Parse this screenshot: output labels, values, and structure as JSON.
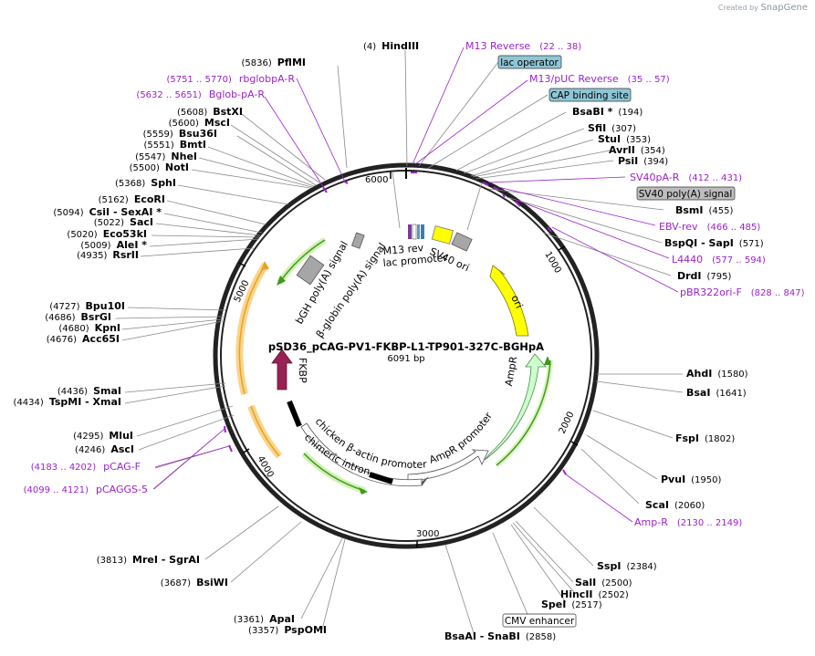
{
  "watermark": {
    "prefix": "Created by",
    "brand": "SnapGene"
  },
  "plasmid": {
    "name": "pSD36_pCAG-PV1-FKBP-L1-TP901-327C-BGHpA",
    "size_label": "6091 bp",
    "length": 6091
  },
  "scale_ticks": [
    "1000",
    "2000",
    "3000",
    "4000",
    "5000",
    "6000"
  ],
  "colors": {
    "primer": "#9a22c9",
    "ori": "#ffff00",
    "promoter": "#ffffff",
    "polyA": "#a6a6a6",
    "fkbp": "#992154",
    "ampr": "#ccffcc",
    "terminal_glow": "#fbd48a",
    "green_glow": "#d3f1b4",
    "arrow_green": "#3e9a1d",
    "arrow_orange": "#e8a325"
  },
  "sites": [
    {
      "name": "HindIII",
      "pos": "(4)"
    },
    {
      "name": "PflMI",
      "pos": "(5836)"
    },
    {
      "name": "BsaBI *",
      "pos": "(194)"
    },
    {
      "name": "SfiI",
      "pos": "(307)"
    },
    {
      "name": "StuI",
      "pos": "(353)"
    },
    {
      "name": "AvrII",
      "pos": "(354)"
    },
    {
      "name": "PsiI",
      "pos": "(394)"
    },
    {
      "name": "BsmI",
      "pos": "(455)"
    },
    {
      "name": "BspQI",
      "name2": "SapI",
      "pos": "(571)"
    },
    {
      "name": "DrdI",
      "pos": "(795)"
    },
    {
      "name": "AhdI",
      "pos": "(1580)"
    },
    {
      "name": "BsaI",
      "pos": "(1641)"
    },
    {
      "name": "FspI",
      "pos": "(1802)"
    },
    {
      "name": "PvuI",
      "pos": "(1950)"
    },
    {
      "name": "ScaI",
      "pos": "(2060)"
    },
    {
      "name": "SspI",
      "pos": "(2384)"
    },
    {
      "name": "SalI",
      "pos": "(2500)"
    },
    {
      "name": "HincII",
      "pos": "(2502)"
    },
    {
      "name": "SpeI",
      "pos": "(2517)"
    },
    {
      "name": "BsaAI",
      "name2": "SnaBI",
      "pos": "(2858)"
    },
    {
      "name": "ApaI",
      "pos": "(3361)"
    },
    {
      "name": "PspOMI",
      "pos": "(3357)"
    },
    {
      "name": "BsiWI",
      "pos": "(3687)"
    },
    {
      "name": "MreI",
      "name2": "SgrAI",
      "pos": "(3813)"
    },
    {
      "name": "AscI",
      "pos": "(4246)"
    },
    {
      "name": "MluI",
      "pos": "(4295)"
    },
    {
      "name": "TspMI",
      "name2": "XmaI",
      "pos": "(4434)"
    },
    {
      "name": "SmaI",
      "pos": "(4436)"
    },
    {
      "name": "Acc65I",
      "pos": "(4676)"
    },
    {
      "name": "KpnI",
      "pos": "(4680)"
    },
    {
      "name": "BsrGI",
      "pos": "(4686)"
    },
    {
      "name": "Bpu10I",
      "pos": "(4727)"
    },
    {
      "name": "RsrII",
      "pos": "(4935)"
    },
    {
      "name": "AleI *",
      "pos": "(5009)"
    },
    {
      "name": "Eco53kI",
      "pos": "(5020)"
    },
    {
      "name": "SacI",
      "pos": "(5022)"
    },
    {
      "name": "CsiI",
      "name2": "SexAI *",
      "pos": "(5094)"
    },
    {
      "name": "EcoRI",
      "pos": "(5162)"
    },
    {
      "name": "SphI",
      "pos": "(5368)"
    },
    {
      "name": "NotI",
      "pos": "(5500)"
    },
    {
      "name": "NheI",
      "pos": "(5547)"
    },
    {
      "name": "BmtI",
      "pos": "(5551)"
    },
    {
      "name": "Bsu36I",
      "pos": "(5559)"
    },
    {
      "name": "MscI",
      "pos": "(5600)"
    },
    {
      "name": "BstXI",
      "pos": "(5608)"
    }
  ],
  "primers": [
    {
      "name": "M13 Reverse",
      "range": "(22 .. 38)"
    },
    {
      "name": "M13/pUC Reverse",
      "range": "(35 .. 57)"
    },
    {
      "name": "SV40pA-R",
      "range": "(412 .. 431)"
    },
    {
      "name": "EBV-rev",
      "range": "(466 .. 485)"
    },
    {
      "name": "L4440",
      "range": "(577 .. 594)"
    },
    {
      "name": "pBR322ori-F",
      "range": "(828 .. 847)"
    },
    {
      "name": "Amp-R",
      "range": "(2130 .. 2149)"
    },
    {
      "name": "pCAG-F",
      "range": "(4183 .. 4202)"
    },
    {
      "name": "pCAGGS-5",
      "range": "(4099 .. 4121)"
    },
    {
      "name": "Bglob-pA-R",
      "range": "(5632 .. 5651)"
    },
    {
      "name": "rbglobpA-R",
      "range": "(5751 .. 5770)"
    }
  ],
  "callouts": [
    {
      "label": "lac operator",
      "color": "#8fc6d6"
    },
    {
      "label": "CAP binding site",
      "color": "#8fc6d6"
    },
    {
      "label": "SV40 poly(A) signal",
      "color": "#bdbdbd"
    },
    {
      "label": "CMV enhancer",
      "color": "#ffffff"
    }
  ],
  "features": {
    "ori": "ori",
    "ampr": "AmpR",
    "ampr_promoter": "AmpR promoter",
    "chicken_promoter": "chicken β-actin promoter",
    "chimeric_intron": "chimeric intron",
    "fkbp": "FKBP",
    "bgh": "bGH poly(A) signal",
    "bglobin": "β-globin poly(A) signal",
    "m13rev": "M13 rev",
    "lac_promoter": "lac promoter",
    "sv40_ori": "SV40 ori"
  }
}
